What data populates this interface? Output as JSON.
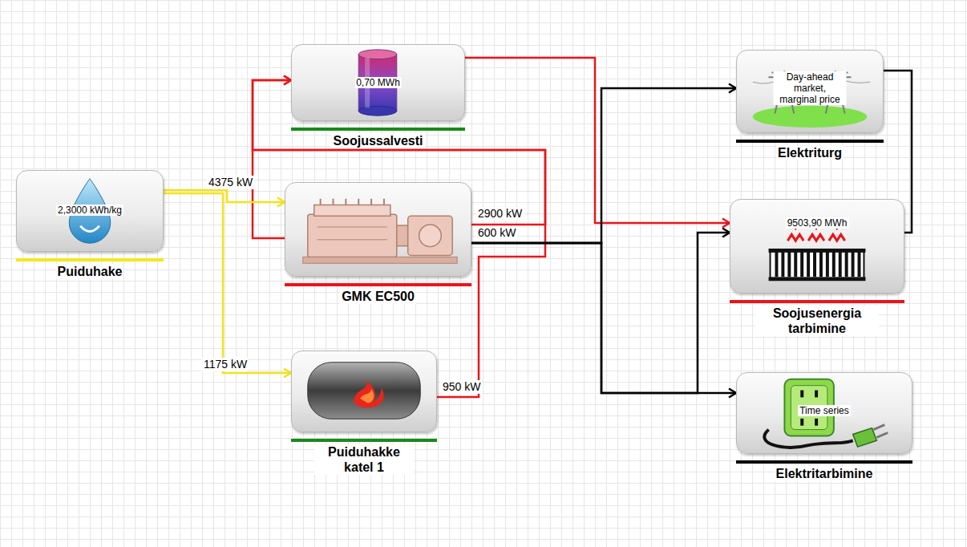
{
  "diagram": {
    "nodes": [
      {
        "text": [
          "0,70 MWh",
          "Soojussalvesti"
        ]
      },
      {
        "text": [
          "Day-ahead market, marginal price",
          "Elektriturg"
        ]
      },
      {
        "text": [
          "2,3000 kWh/kg",
          "Puiduhake"
        ]
      },
      {
        "text": [
          "GMK EC500"
        ]
      },
      {
        "text": [
          "9503,90 MWh",
          "Soojusenergia tarbimine"
        ]
      },
      {
        "text": [
          "Puiduhakke katel 1"
        ]
      },
      {
        "text": [
          "Time series",
          "Elektritarbimine"
        ]
      }
    ],
    "edges": [
      {
        "from": 2,
        "to": 3,
        "arrow": "to",
        "label": "4375 kW"
      },
      {
        "from": 2,
        "to": 5,
        "arrow": "to",
        "label": "1175 kW"
      },
      {
        "from": 3,
        "to": 0,
        "arrow": "to",
        "label": "2900 kW"
      },
      {
        "from": 5,
        "to": 0,
        "arrow": "to",
        "label": "950 kW"
      },
      {
        "from": 0,
        "to": 4,
        "arrow": "to"
      },
      {
        "from": 3,
        "to": 1,
        "arrow": "to",
        "label": "600 kW"
      },
      {
        "from": 3,
        "to": 6,
        "arrow": "to"
      },
      {
        "from": 3,
        "to": 4,
        "arrow": "to"
      },
      {
        "from": 1,
        "to": 4,
        "arrow": "none"
      }
    ]
  }
}
